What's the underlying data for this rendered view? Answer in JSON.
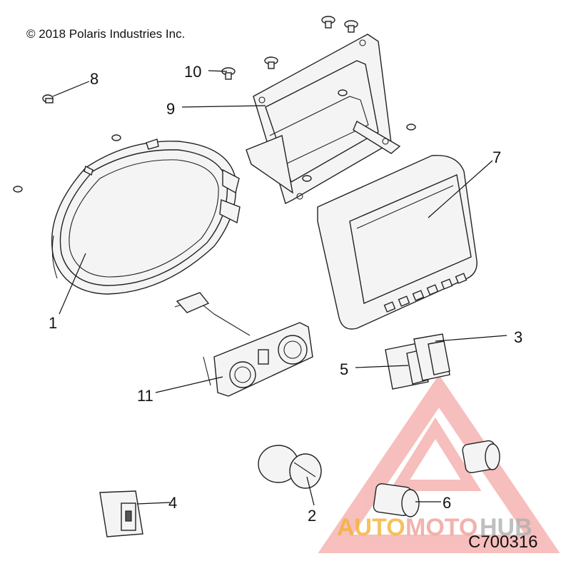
{
  "copyright": "© 2018 Polaris Industries Inc.",
  "diagram_code": "C700316",
  "callouts": [
    "1",
    "2",
    "3",
    "4",
    "5",
    "6",
    "7",
    "8",
    "9",
    "10",
    "11"
  ],
  "watermark": {
    "part1": "AUTO",
    "part2": "MOTO",
    "part3": "HUB"
  },
  "colors": {
    "watermark_triangle": "#f08a86",
    "watermark_auto": "#f3b237",
    "watermark_moto": "#f0a09a",
    "watermark_hub": "#b0b0b0",
    "line": "#222222"
  }
}
